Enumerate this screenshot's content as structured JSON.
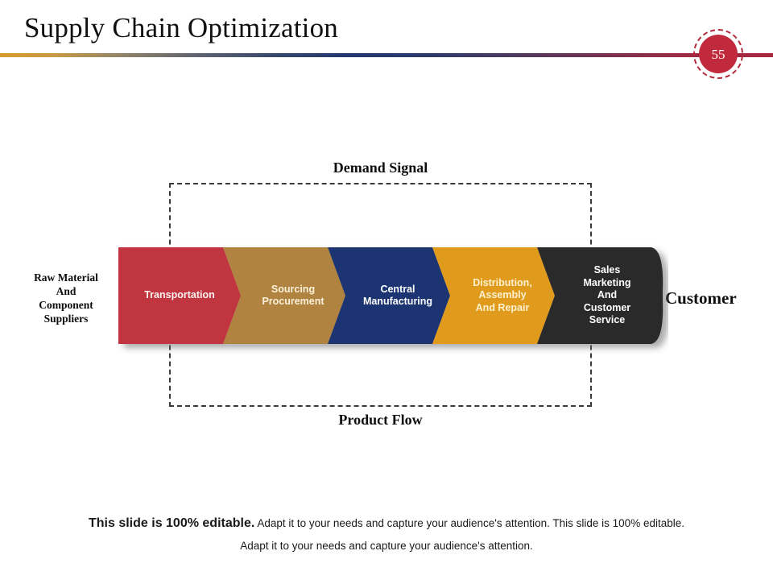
{
  "header": {
    "title": "Supply Chain Optimization",
    "badge_number": "55",
    "badge_color": "#c02a3c",
    "rule_colors": [
      "#d69a2a",
      "#5d6170",
      "#22386e",
      "#a8263e"
    ]
  },
  "diagram": {
    "top_caption": "Demand Signal",
    "bottom_caption": "Product Flow",
    "left_label": "Raw Material\nAnd\nComponent\nSuppliers",
    "left_label_lines": [
      "Raw Material",
      "And",
      "Component",
      "Suppliers"
    ],
    "right_label": "Customer",
    "box_border_style": "dashed",
    "stages": [
      {
        "label": "Transportation",
        "lines": [
          "Transportation"
        ],
        "fill": "#c1343f",
        "text_color": "#fdf3ef"
      },
      {
        "label": "Sourcing Procurement",
        "lines": [
          "Sourcing",
          "Procurement"
        ],
        "fill": "#b08440",
        "text_color": "#faf0d8"
      },
      {
        "label": "Central Manufacturing",
        "lines": [
          "Central",
          "Manufacturing"
        ],
        "fill": "#1f3572",
        "text_color": "#ffffff"
      },
      {
        "label": "Distribution, Assembly And Repair",
        "lines": [
          "Distribution,",
          "Assembly",
          "And Repair"
        ],
        "fill": "#e09b1e",
        "text_color": "#fdf1cf"
      },
      {
        "label": "Sales Marketing And Customer Service",
        "lines": [
          "Sales",
          "Marketing",
          "And",
          "Customer",
          "Service"
        ],
        "fill": "#2b2b2b",
        "text_color": "#ffffff"
      }
    ]
  },
  "footer": {
    "lead": "This slide is 100% editable.",
    "rest": " Adapt it to your needs and capture your audience's attention. This slide is 100% editable.",
    "line2": "Adapt it to your needs and capture your audience's attention."
  }
}
